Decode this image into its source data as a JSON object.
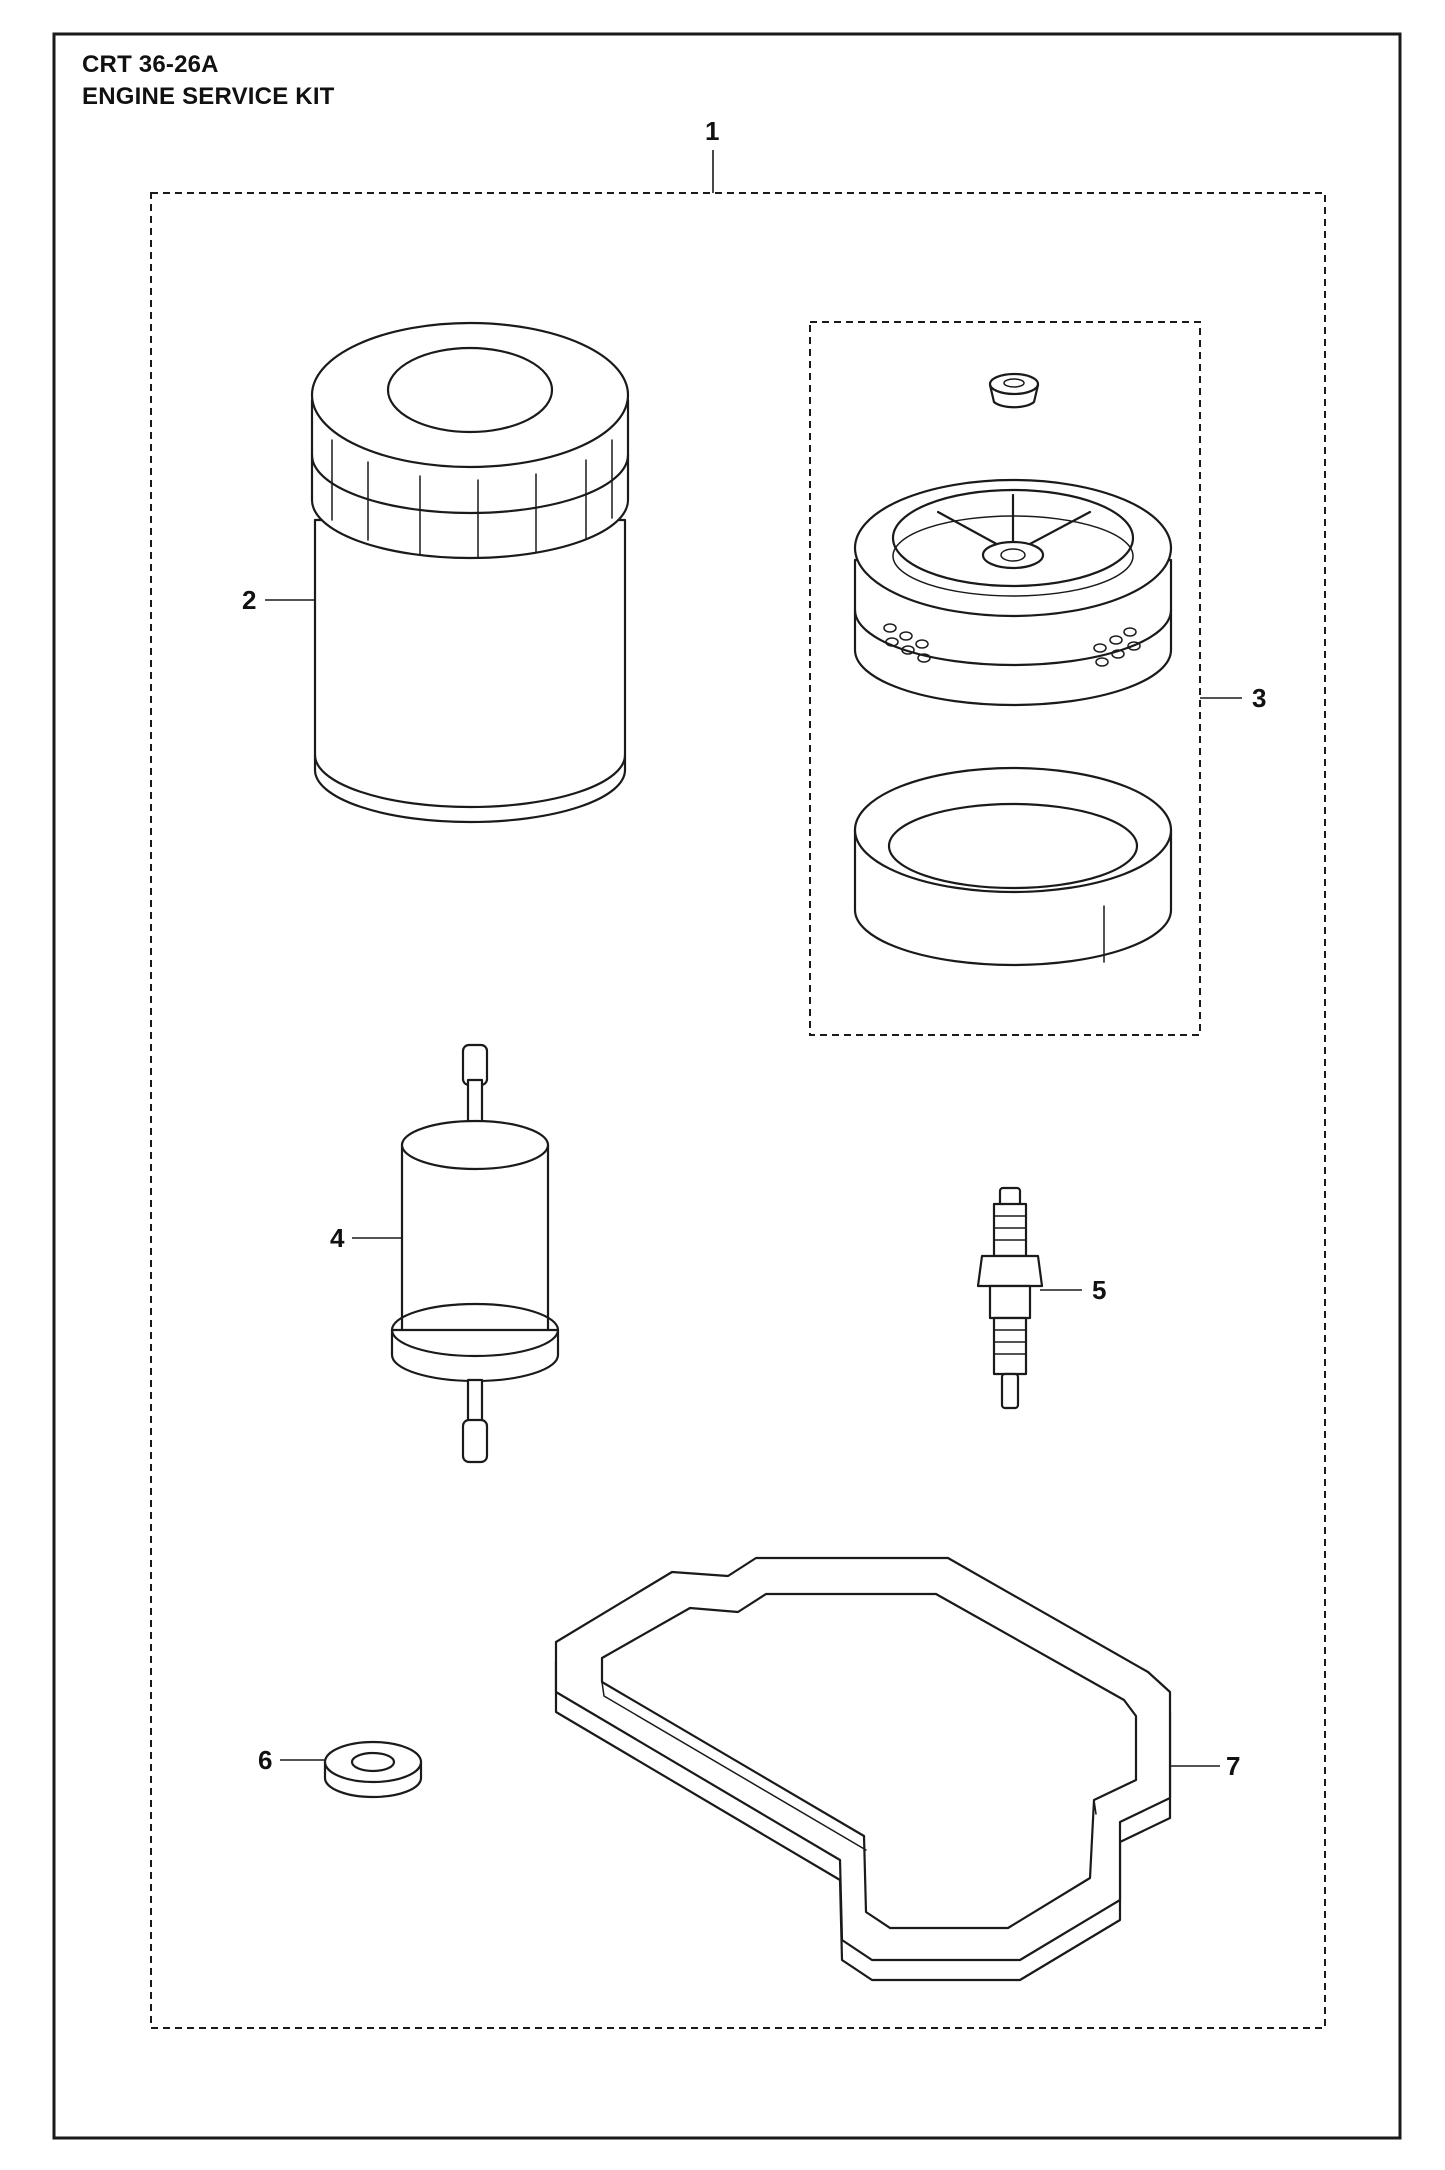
{
  "header": {
    "model": "CRT 36-26A",
    "title": "ENGINE SERVICE KIT"
  },
  "callouts": [
    {
      "id": "1",
      "label": "1"
    },
    {
      "id": "2",
      "label": "2"
    },
    {
      "id": "3",
      "label": "3"
    },
    {
      "id": "4",
      "label": "4"
    },
    {
      "id": "5",
      "label": "5"
    },
    {
      "id": "6",
      "label": "6"
    },
    {
      "id": "7",
      "label": "7"
    }
  ]
}
